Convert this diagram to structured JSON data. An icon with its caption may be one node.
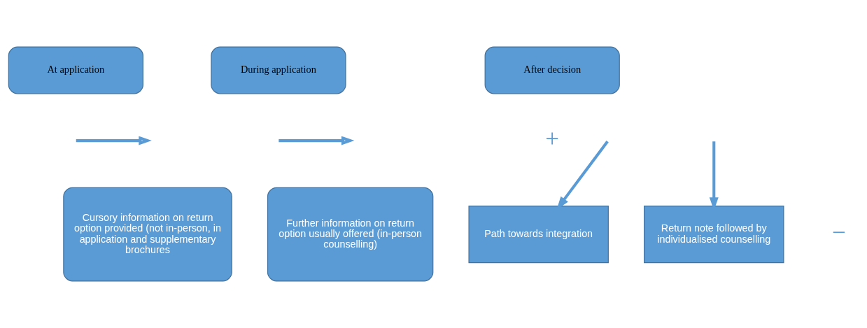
{
  "diagram": {
    "nodes": [
      {
        "text": [
          "At application"
        ]
      },
      {
        "text": [
          "During application"
        ]
      },
      {
        "text": [
          "After decision"
        ]
      },
      {
        "text": [
          "Cursory information on return option provided (not in-person, in application and supplementary brochures"
        ]
      },
      {
        "text": [
          "Further information on return option usually offered (in-person counselling)"
        ]
      },
      {
        "text": [
          "Path towards integration"
        ]
      },
      {
        "text": [
          "Return note followed by individualised counselling"
        ]
      }
    ],
    "edges": [
      {
        "from": null,
        "to": 5,
        "arrow": "to"
      },
      {
        "from": null,
        "to": 6,
        "arrow": "to"
      }
    ],
    "labels": [
      "+",
      "−"
    ]
  }
}
